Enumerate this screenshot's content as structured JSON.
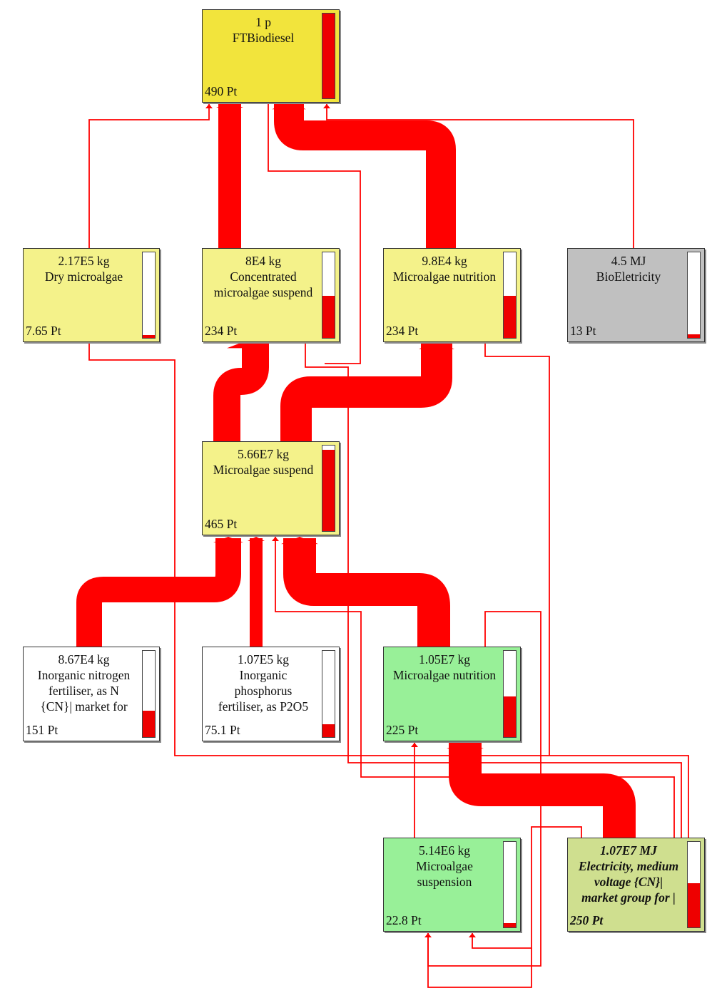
{
  "colors": {
    "flow": "#ff0000",
    "gauge_fill": "#ee0000",
    "root": "#f2e43c",
    "level1": "#f4f28a",
    "bioelec": "#c0c0c0",
    "white": "#ffffff",
    "green": "#98f098",
    "electricity": "#cfdf8f"
  },
  "nodes": [
    {
      "id": "ftbiodiesel",
      "lines": [
        "1 p",
        "FTBiodiesel"
      ],
      "score": "490 Pt",
      "fill": 1.0,
      "color": "root",
      "bold": false
    },
    {
      "id": "dry-microalgae",
      "lines": [
        "2.17E5 kg",
        "Dry microalgae"
      ],
      "score": "7.65 Pt",
      "fill": 0.03,
      "color": "level1",
      "bold": false
    },
    {
      "id": "concentrated-microalgae",
      "lines": [
        "8E4 kg",
        "Concentrated",
        "microalgae suspend"
      ],
      "score": "234 Pt",
      "fill": 0.49,
      "color": "level1",
      "bold": false
    },
    {
      "id": "microalgae-nutrition-1",
      "lines": [
        "9.8E4 kg",
        "Microalgae nutrition"
      ],
      "score": "234 Pt",
      "fill": 0.49,
      "color": "level1",
      "bold": false
    },
    {
      "id": "bioeletricity",
      "lines": [
        "4.5 MJ",
        "BioEletricity"
      ],
      "score": "13 Pt",
      "fill": 0.04,
      "color": "bioelec",
      "bold": false
    },
    {
      "id": "microalgae-suspend",
      "lines": [
        "5.66E7 kg",
        "Microalgae suspend"
      ],
      "score": "465 Pt",
      "fill": 0.95,
      "color": "level1",
      "bold": false
    },
    {
      "id": "inorganic-nitrogen",
      "lines": [
        "8.67E4 kg",
        "Inorganic nitrogen",
        "fertiliser, as N",
        "{CN}| market for"
      ],
      "score": "151 Pt",
      "fill": 0.31,
      "color": "white",
      "bold": false
    },
    {
      "id": "inorganic-phosphorus",
      "lines": [
        "1.07E5 kg",
        "Inorganic",
        "phosphorus",
        "fertiliser, as P2O5"
      ],
      "score": "75.1 Pt",
      "fill": 0.15,
      "color": "white",
      "bold": false
    },
    {
      "id": "microalgae-nutrition-2",
      "lines": [
        "1.05E7 kg",
        "Microalgae nutrition"
      ],
      "score": "225 Pt",
      "fill": 0.47,
      "color": "green",
      "bold": false
    },
    {
      "id": "microalgae-suspension",
      "lines": [
        "5.14E6 kg",
        "Microalgae",
        "suspension"
      ],
      "score": "22.8 Pt",
      "fill": 0.05,
      "color": "green",
      "bold": false
    },
    {
      "id": "electricity-medium-voltage",
      "lines": [
        "1.07E7 MJ",
        "Electricity, medium",
        "voltage {CN}|",
        "market group for |"
      ],
      "score": "250 Pt",
      "fill": 0.52,
      "color": "electricity",
      "bold": true
    }
  ]
}
